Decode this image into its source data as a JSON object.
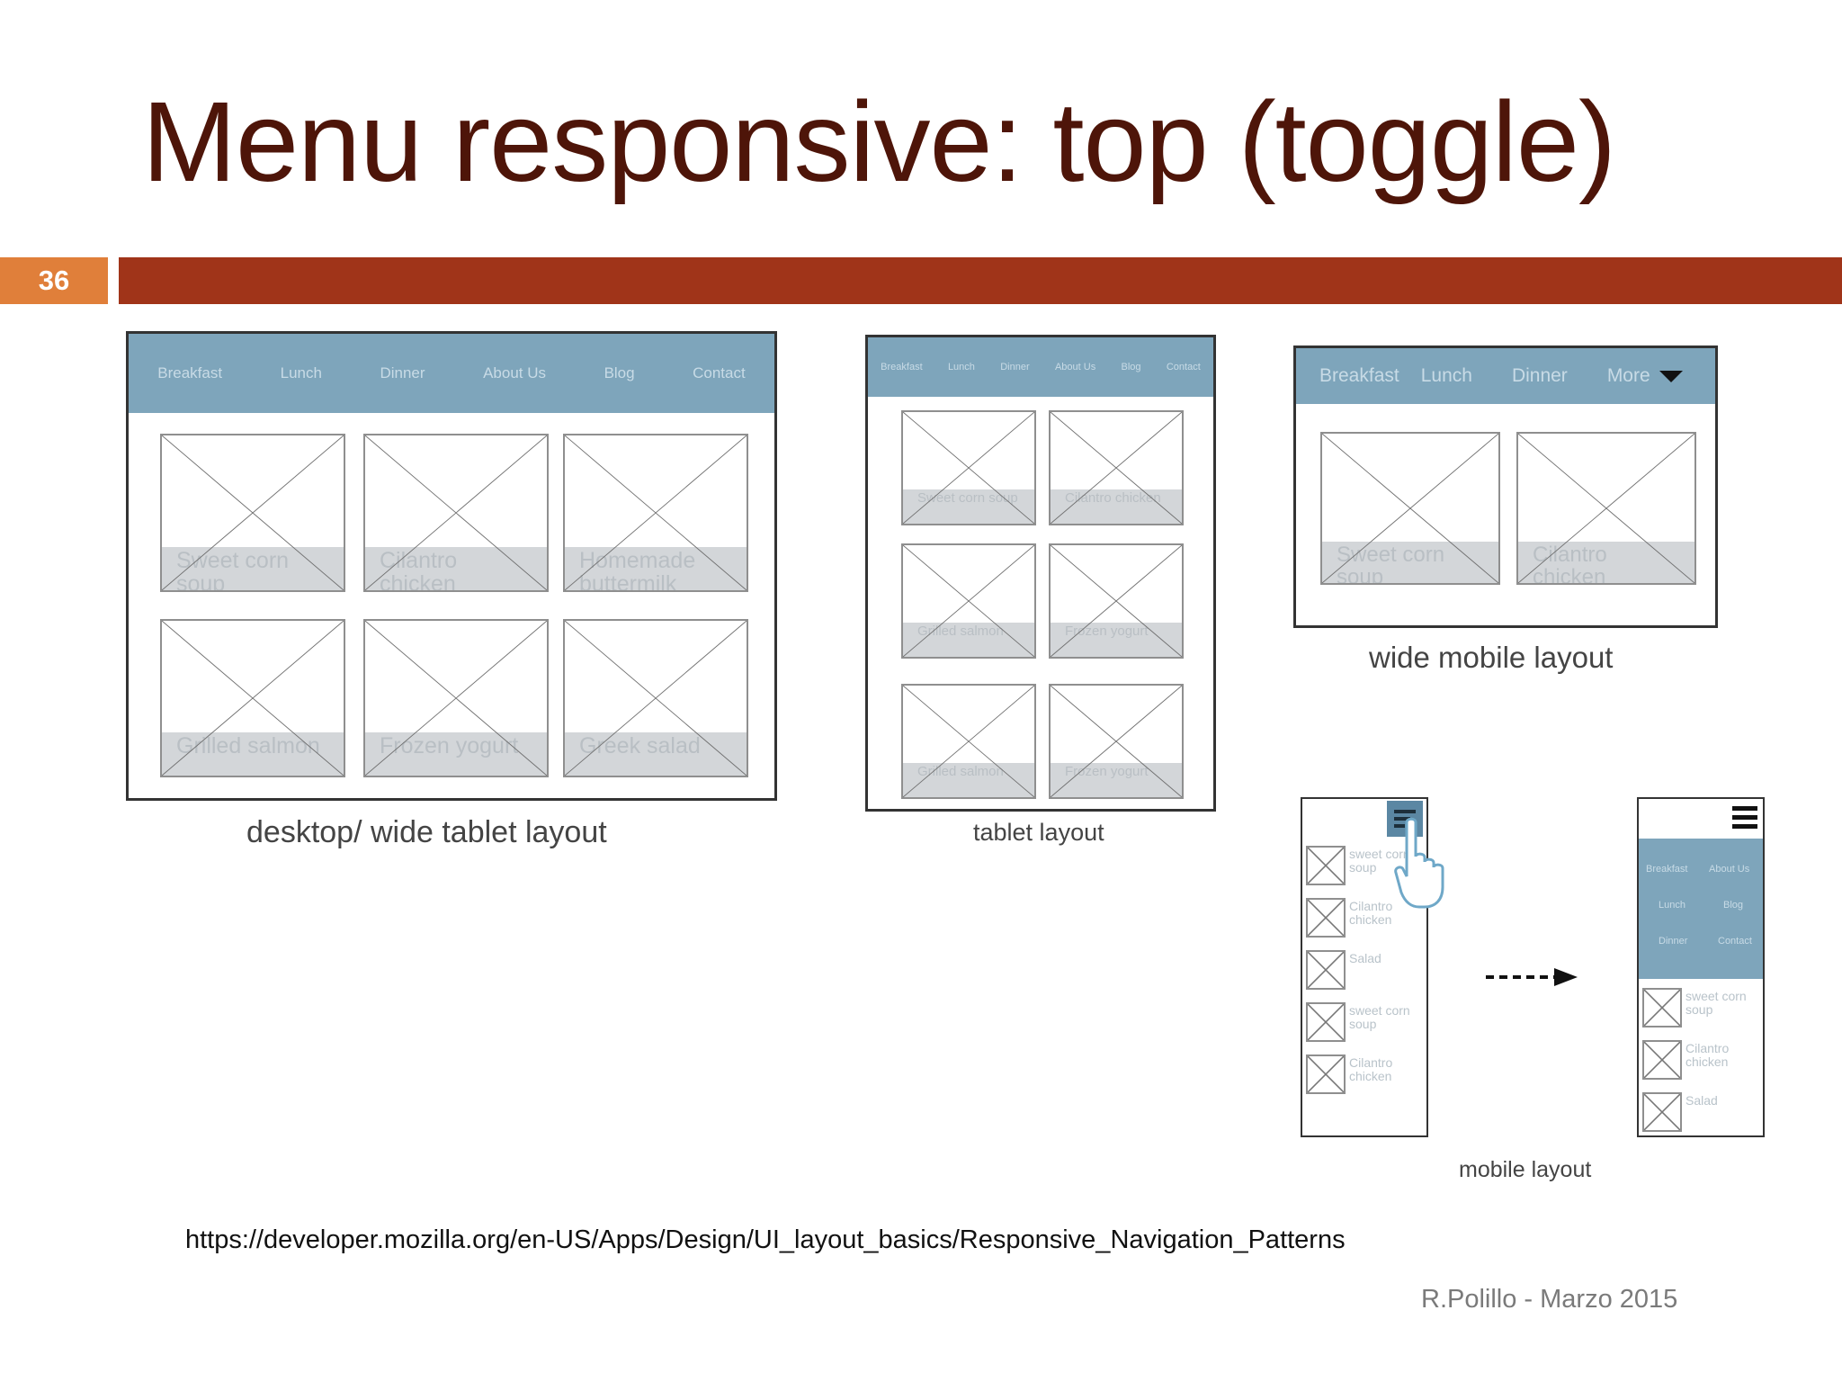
{
  "slide": {
    "title": "Menu responsive: top (toggle)",
    "number": "36",
    "url": "https://developer.mozilla.org/en-US/Apps/Design/UI_layout_basics/Responsive_Navigation_Patterns",
    "footer": "R.Polillo -  Marzo 2015"
  },
  "colors": {
    "title": "#4e1509",
    "bar": "#a03419",
    "slide_number_bg": "#e07f3a",
    "nav": "#7ea5bb"
  },
  "desktop": {
    "caption": "desktop/ wide tablet layout",
    "nav": [
      "Breakfast",
      "Lunch",
      "Dinner",
      "About Us",
      "Blog",
      "Contact"
    ],
    "cards": [
      "Sweet corn soup",
      "Cilantro chicken",
      "Homemade buttermilk",
      "Grilled salmon",
      "Frozen yogurt",
      "Greek salad"
    ]
  },
  "tablet": {
    "caption": "tablet layout",
    "nav": [
      "Breakfast",
      "Lunch",
      "Dinner",
      "About Us",
      "Blog",
      "Contact"
    ],
    "cards": [
      "Sweet corn soup",
      "Cilantro chicken",
      "Grilled salmon",
      "Frozen yogurt",
      "Grilled salmon",
      "Frozen yogurt"
    ]
  },
  "wide_mobile": {
    "caption": "wide mobile layout",
    "nav": [
      "Breakfast",
      "Lunch",
      "Dinner",
      "More"
    ],
    "cards": [
      "Sweet corn soup",
      "Cilantro chicken"
    ]
  },
  "mobile": {
    "caption": "mobile layout",
    "list_before": [
      "sweet corn soup",
      "Cilantro chicken",
      "Salad",
      "sweet corn soup",
      "Cilantro chicken"
    ],
    "menu_open": [
      "Breakfast",
      "About Us",
      "Lunch",
      "Blog",
      "Dinner",
      "Contact"
    ],
    "list_after": [
      "sweet corn soup",
      "Cilantro chicken",
      "Salad"
    ]
  },
  "icons": {
    "toggle": "hamburger-menu-icon",
    "pointer": "hand-pointer-icon",
    "arrow": "dashed-arrow-icon",
    "dropdown": "triangle-down-icon"
  }
}
